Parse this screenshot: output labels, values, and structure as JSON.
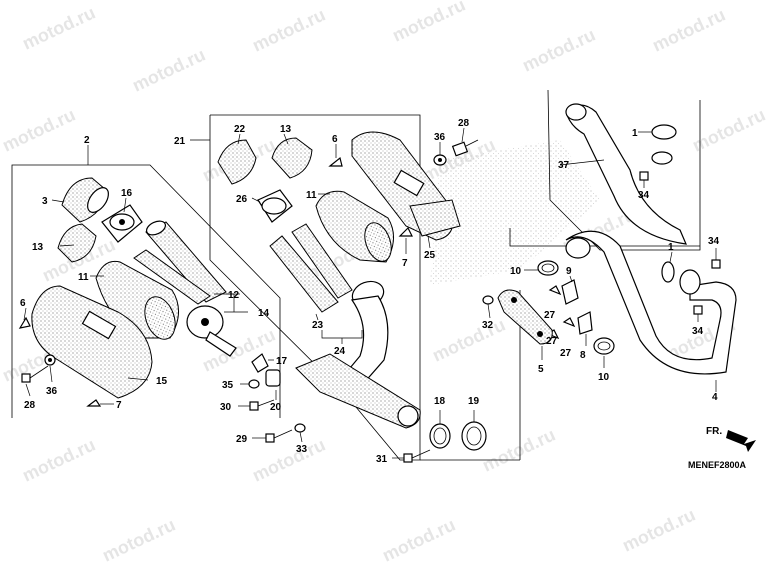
{
  "diagram_code": "MENEF2800A",
  "direction_label": "FR.",
  "watermark_text": "motod.ru",
  "callouts": {
    "c1a": "1",
    "c1b": "1",
    "c2": "2",
    "c3": "3",
    "c4": "4",
    "c5": "5",
    "c6a": "6",
    "c6b": "6",
    "c7a": "7",
    "c7b": "7",
    "c8": "8",
    "c9": "9",
    "c10a": "10",
    "c10b": "10",
    "c11a": "11",
    "c11b": "11",
    "c12": "12",
    "c13a": "13",
    "c13b": "13",
    "c14": "14",
    "c15": "15",
    "c16": "16",
    "c17": "17",
    "c18": "18",
    "c19": "19",
    "c20": "20",
    "c21": "21",
    "c22": "22",
    "c23": "23",
    "c24": "24",
    "c25": "25",
    "c26": "26",
    "c27a": "27",
    "c27b": "27",
    "c27c": "27",
    "c28a": "28",
    "c28b": "28",
    "c29": "29",
    "c30": "30",
    "c31": "31",
    "c32": "32",
    "c33": "33",
    "c34a": "34",
    "c34b": "34",
    "c34c": "34",
    "c35": "35",
    "c36a": "36",
    "c36b": "36",
    "c37": "37"
  }
}
